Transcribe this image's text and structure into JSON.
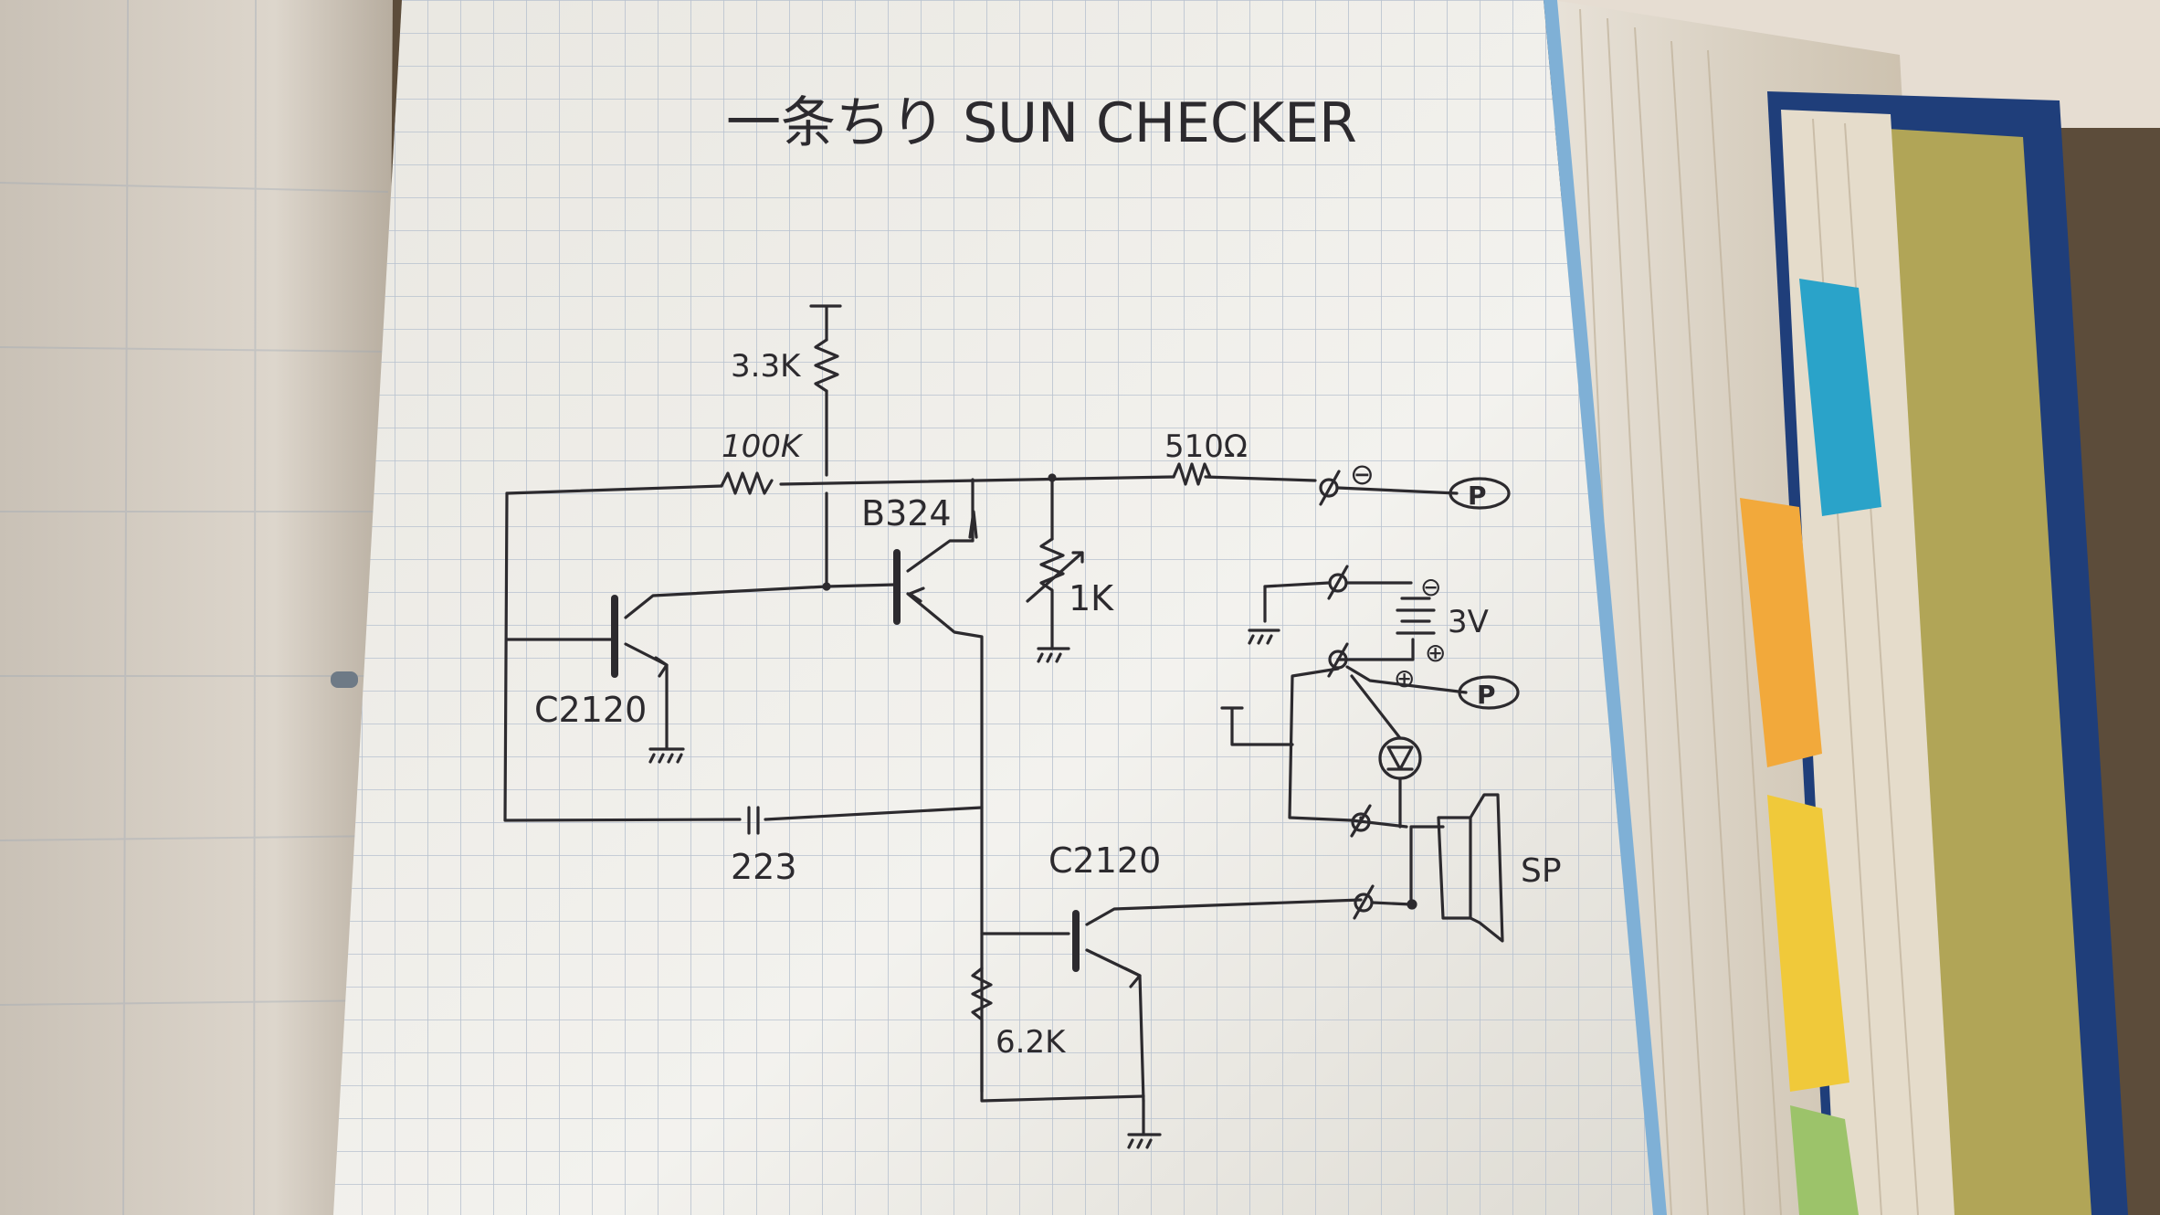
{
  "diagram": {
    "title": "一条ちり SUN CHECKER",
    "components": {
      "r_top": "3.3K",
      "r_base": "100K",
      "q_pnp": "B324",
      "q_npn_left": "C2120",
      "r_pot": "1K",
      "cap": "223",
      "q_npn_right": "C2120",
      "r_emitter": "6.2K",
      "r_series": "510Ω",
      "battery": "3V",
      "speaker": "SP"
    },
    "terminals": {
      "minus_top": "⊖",
      "minus_batt": "⊖",
      "plus_batt": "⊕",
      "plus_node": "⊕",
      "probe_1": "P",
      "probe_2": "P"
    }
  },
  "colors": {
    "ink": "#2c2a2e",
    "paper": "#f1efe8",
    "grid": "#b9c2cf",
    "book_cover": "#1f3e7a",
    "tab_blue": "#2aa3c9",
    "tab_orange": "#f2a93b",
    "tab_yellow": "#f0c93a",
    "tab_green": "#9cc36a"
  }
}
